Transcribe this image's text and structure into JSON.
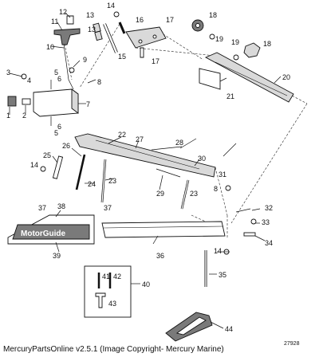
{
  "caption": "MercuryPartsOnline v2.5.1 (Image Copyright- Mercury Marine)",
  "catalog_number": "27928",
  "logo_text": "MotorGuide",
  "callouts": [
    "1",
    "2",
    "3",
    "4",
    "5",
    "5",
    "6",
    "6",
    "7",
    "8",
    "8",
    "9",
    "10",
    "11",
    "12",
    "13",
    "13",
    "14",
    "14",
    "14",
    "15",
    "16",
    "17",
    "17",
    "18",
    "18",
    "19",
    "19",
    "20",
    "21",
    "22",
    "23",
    "23",
    "24",
    "25",
    "26",
    "27",
    "28",
    "29",
    "30",
    "31",
    "32",
    "33",
    "34",
    "35",
    "36",
    "37",
    "37",
    "38",
    "39",
    "40",
    "41",
    "42",
    "43",
    "44"
  ]
}
